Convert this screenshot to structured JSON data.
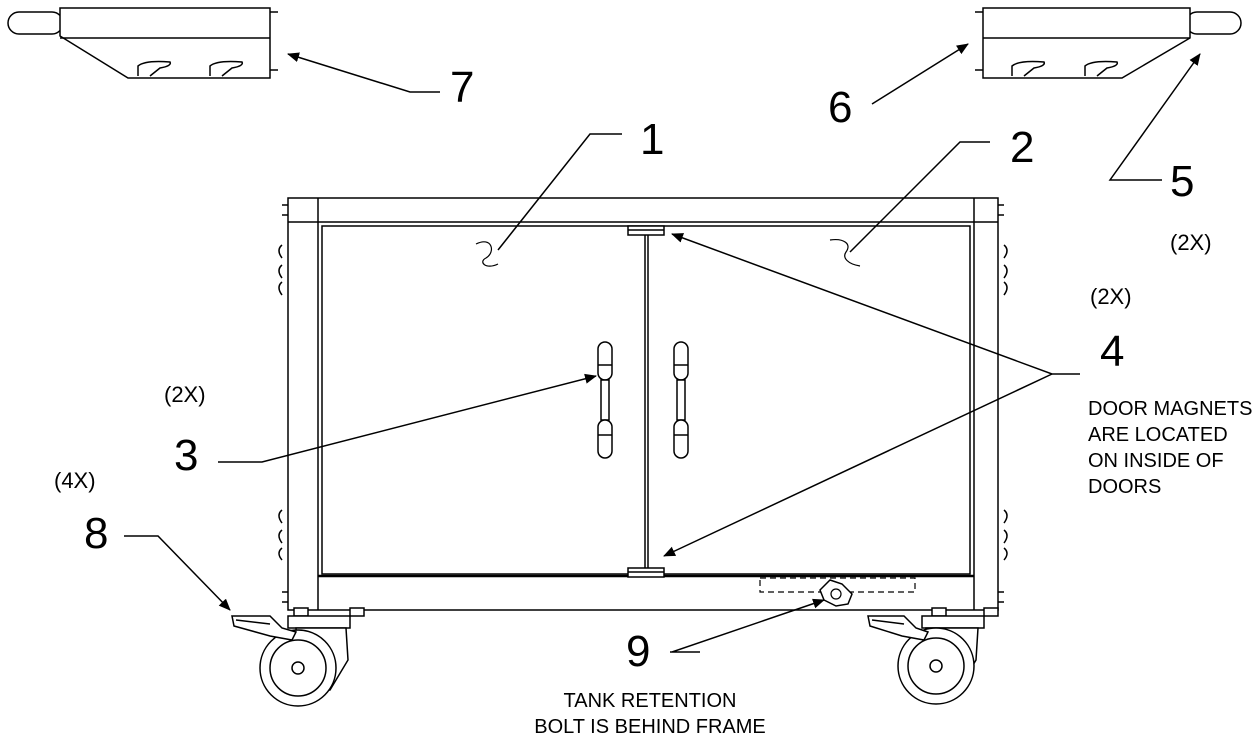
{
  "callouts": {
    "c1": "1",
    "c2": "2",
    "c3": "3",
    "c4": "4",
    "c5": "5",
    "c6": "6",
    "c7": "7",
    "c8": "8",
    "c9": "9"
  },
  "quantities": {
    "q2x_item5": "(2X)",
    "q2x_item4": "(2X)",
    "q2x_item3": "(2X)",
    "q4x_item8": "(4X)"
  },
  "notes": {
    "door_magnets": "DOOR MAGNETS ARE LOCATED ON INSIDE OF DOORS",
    "tank_retention_line1": "TANK RETENTION",
    "tank_retention_line2": "BOLT IS BEHIND FRAME"
  },
  "colors": {
    "line": "#000000",
    "background": "#ffffff"
  }
}
